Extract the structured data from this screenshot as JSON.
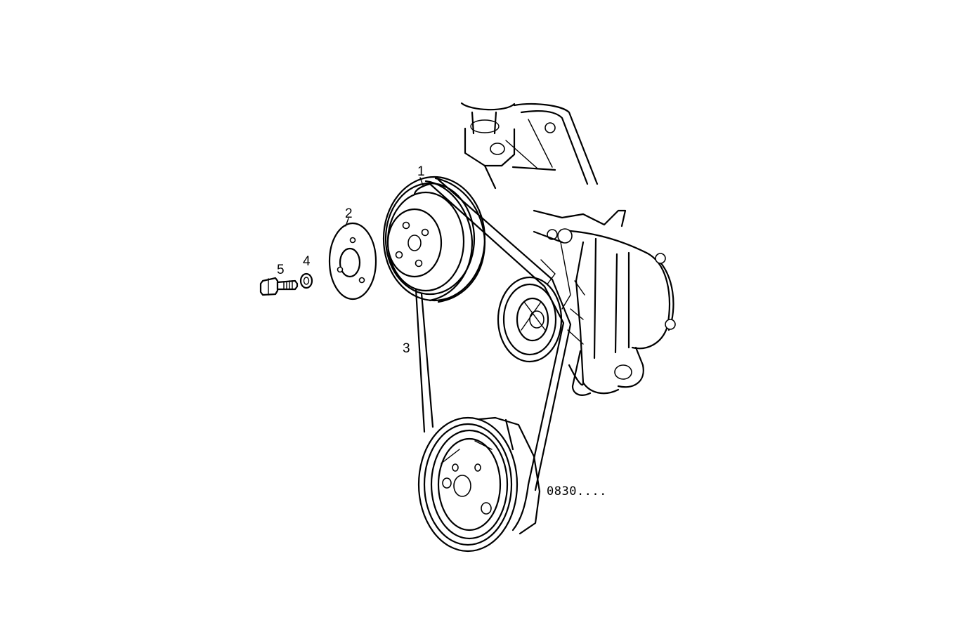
{
  "callouts": {
    "c1": "1",
    "c2": "2",
    "c3": "3",
    "c4": "4",
    "c5": "5"
  },
  "reference_code": "0830...."
}
